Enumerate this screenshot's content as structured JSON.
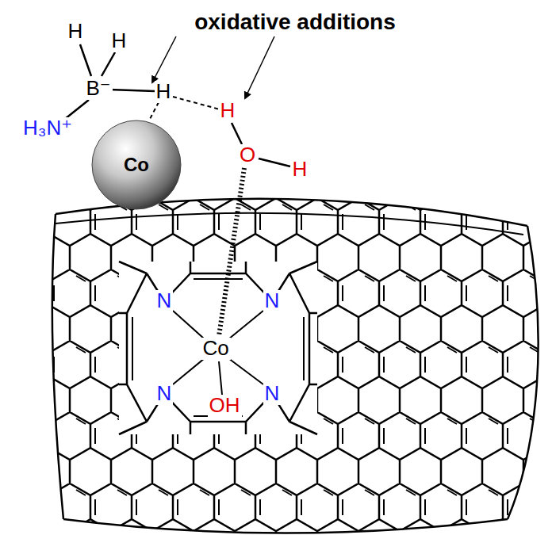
{
  "diagram": {
    "nodes": [
      {
        "text": [
          "Co"
        ]
      }
    ],
    "labels": [
      "oxidative additions",
      "H",
      "H",
      "B⁻",
      "H",
      "H",
      "H₃N⁺",
      "O",
      "H",
      "N",
      "N",
      "Co",
      "N",
      "N",
      "OH"
    ]
  }
}
